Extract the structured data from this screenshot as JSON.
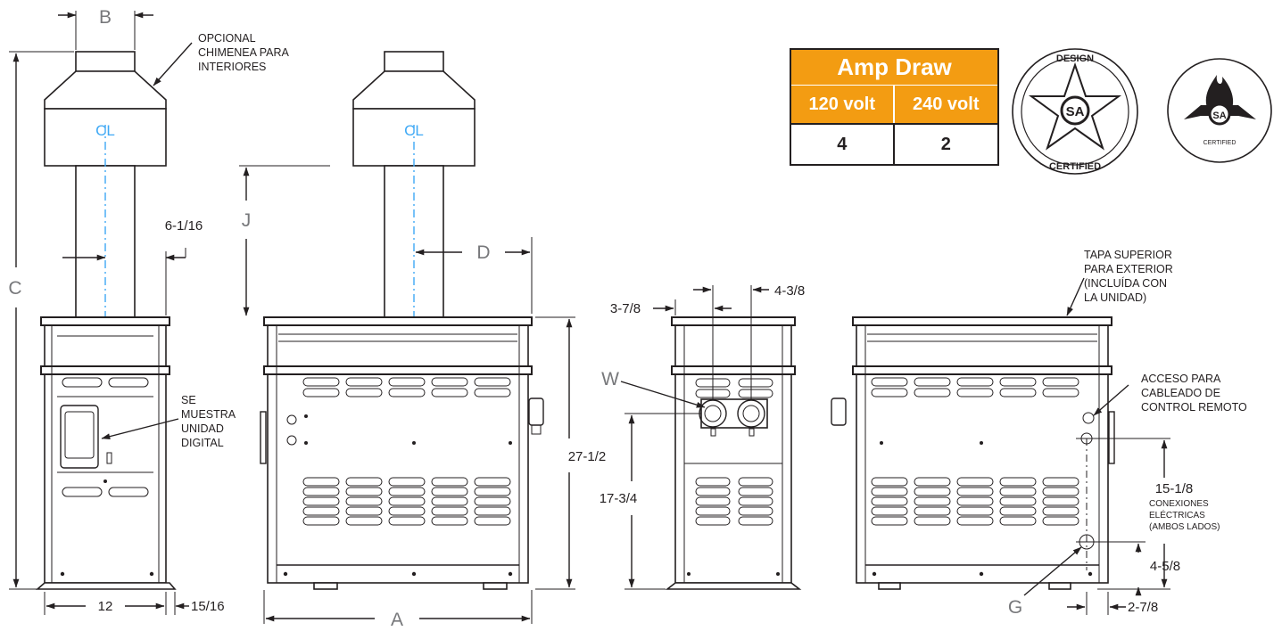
{
  "dimensions": {
    "a": "A",
    "b": "B",
    "c": "C",
    "d": "D",
    "j": "J",
    "w": "W",
    "g": "G",
    "d_6_1_16": "6-1/16",
    "d_12": "12",
    "d_15_16": "15/16",
    "d_27_1_2": "27-1/2",
    "d_17_3_4": "17-3/4",
    "d_3_7_8": "3-7/8",
    "d_4_3_8": "4-3/8",
    "d_15_1_8": "15-1/8",
    "d_4_5_8": "4-5/8",
    "d_2_7_8": "2-7/8"
  },
  "centerline_label": "CL",
  "notes": {
    "chimney": [
      "OPCIONAL",
      "CHIMENEA PARA",
      "INTERIORES"
    ],
    "digital": [
      "SE",
      "MUESTRA",
      "UNIDAD",
      "DIGITAL"
    ],
    "top_cover": [
      "TAPA SUPERIOR",
      "PARA EXTERIOR",
      "(INCLUÍDA CON",
      "LA UNIDAD)"
    ],
    "remote": [
      "ACCESO PARA",
      "CABLEADO DE",
      "CONTROL REMOTO"
    ],
    "electrical": [
      "CONEXIONES",
      "ELÉCTRICAS",
      "(AMBOS LADOS)"
    ]
  },
  "amp_table": {
    "title": "Amp Draw",
    "headers": [
      "120 volt",
      "240 volt"
    ],
    "values": [
      "4",
      "2"
    ]
  },
  "badges": {
    "design_top": "DESIGN",
    "design_bottom": "CERTIFIED",
    "csa": "SA",
    "cert_small": "CERTIFIED"
  },
  "colors": {
    "accent_orange": "#f39c12",
    "centerline_blue": "#3fa9f5",
    "dimension_gray": "#77787b",
    "line": "#231f20"
  }
}
